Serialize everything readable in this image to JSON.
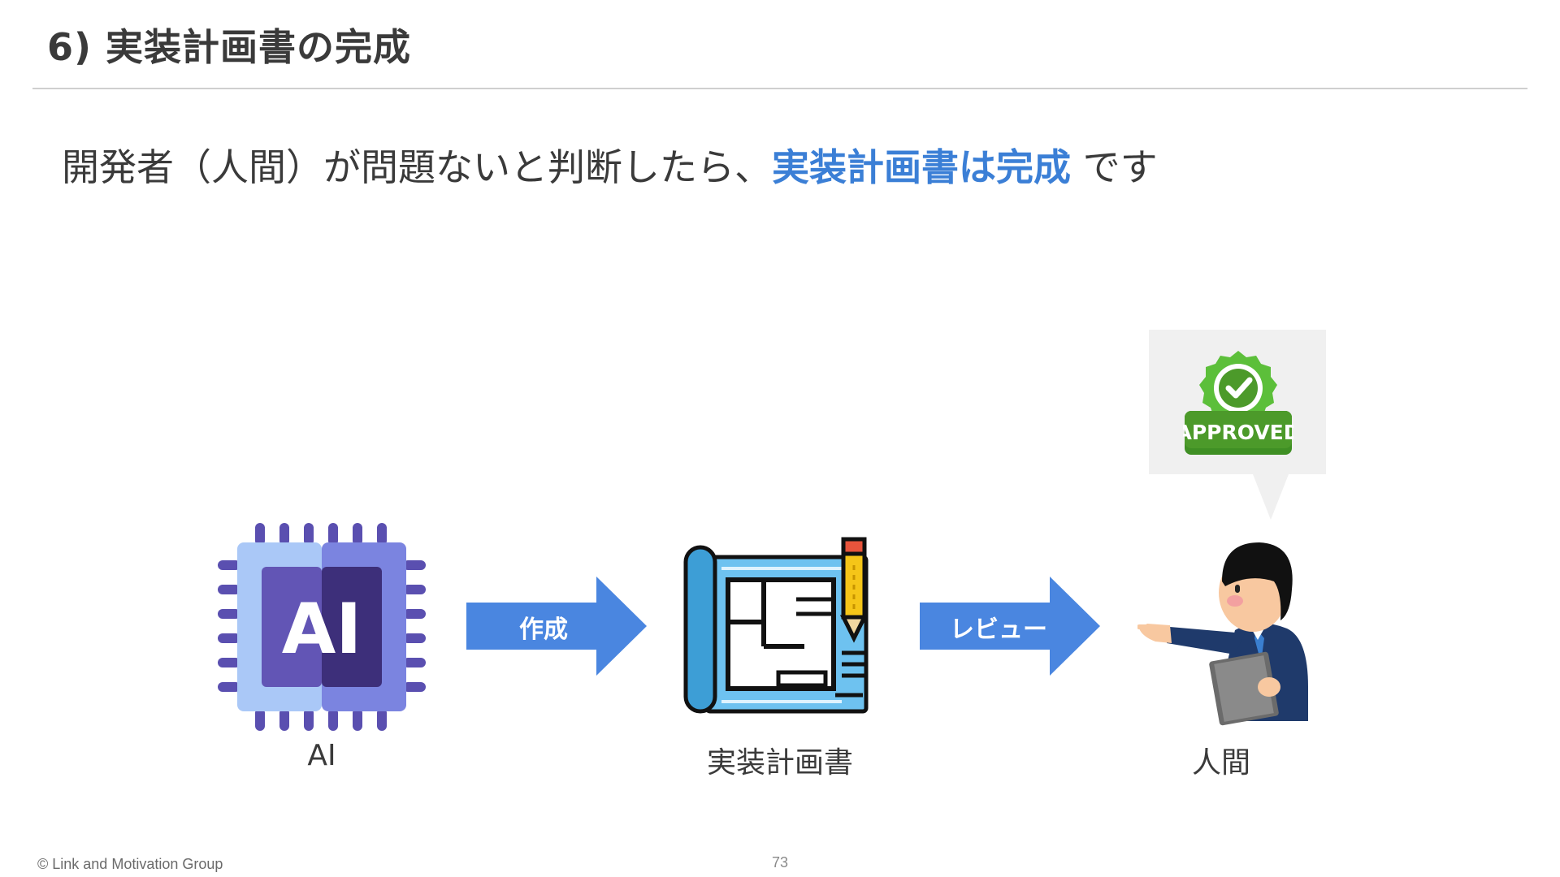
{
  "slide": {
    "title": "6) 実装計画書の完成",
    "lead_prefix": "開発者（人間）が問題ないと判断したら、",
    "lead_accent": "実装計画書は完成",
    "lead_suffix": " です"
  },
  "flow": {
    "ai": {
      "icon": "ai-chip-icon",
      "chip_text": "AI",
      "caption": "AI"
    },
    "arrow1": {
      "label": "作成"
    },
    "plan": {
      "icon": "blueprint-icon",
      "caption": "実装計画書"
    },
    "arrow2": {
      "label": "レビュー"
    },
    "human": {
      "icon": "businessman-pointing-icon",
      "caption": "人間"
    },
    "approval": {
      "icon": "approved-badge-icon",
      "badge_text": "APPROVED"
    }
  },
  "footer": {
    "copyright": "© Link and Motivation Group",
    "page_number": "73"
  },
  "colors": {
    "accent": "#3b7fd6",
    "arrow": "#4a86e0",
    "text": "#3a3a3a",
    "approved_green": "#4c9a2a"
  }
}
